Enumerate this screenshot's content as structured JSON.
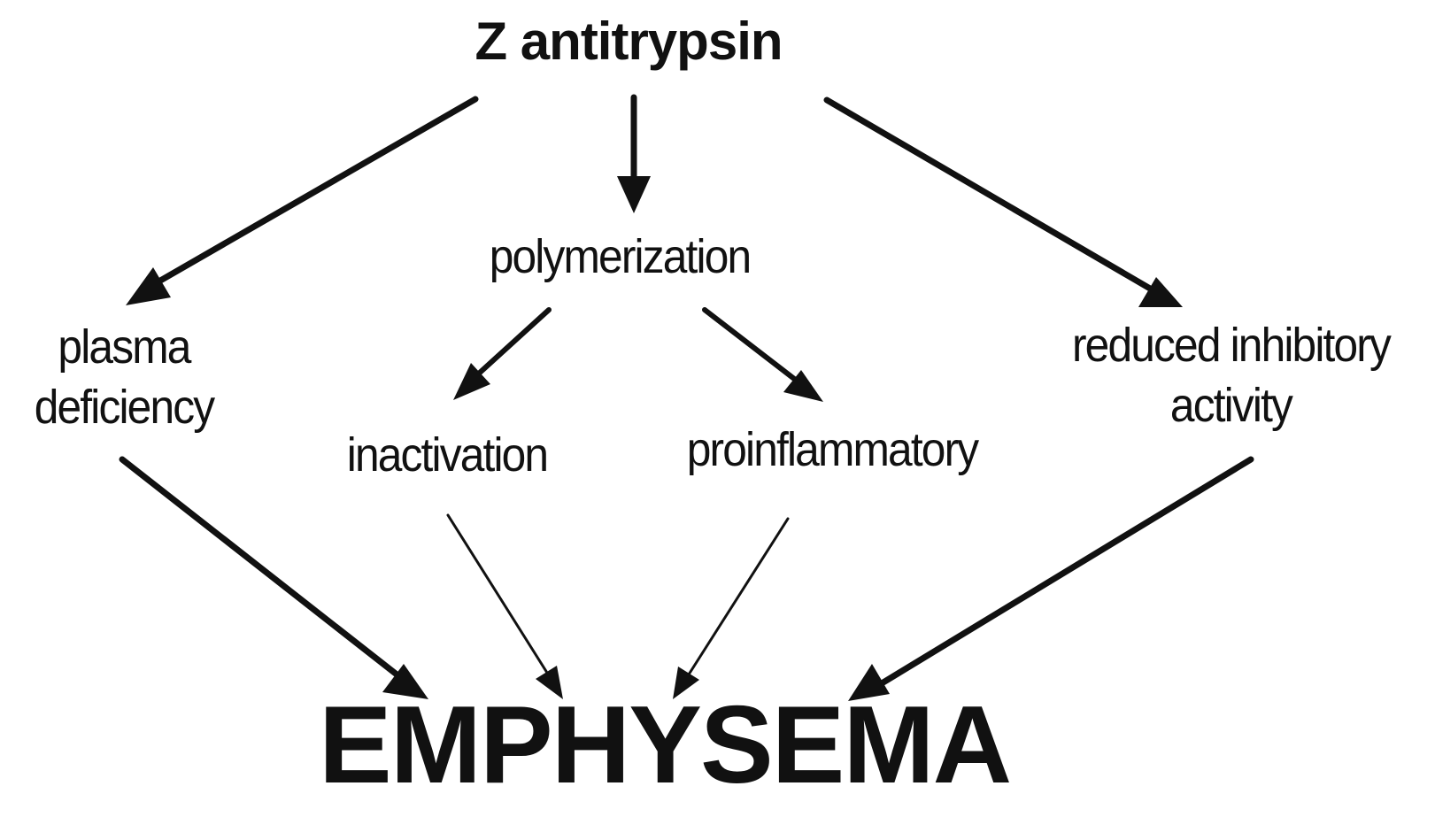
{
  "diagram": {
    "source": "Z antitrypsin",
    "outcome": "EMPHYSEMA",
    "nodes": {
      "polymerization": "polymerization",
      "plasma_deficiency": [
        "plasma",
        "deficiency"
      ],
      "inactivation": "inactivation",
      "proinflammatory": "proinflammatory",
      "reduced_inhibitory_activity": [
        "reduced inhibitory",
        "activity"
      ]
    },
    "edges": [
      {
        "from": "Z antitrypsin",
        "to": "plasma deficiency"
      },
      {
        "from": "Z antitrypsin",
        "to": "polymerization"
      },
      {
        "from": "Z antitrypsin",
        "to": "reduced inhibitory activity"
      },
      {
        "from": "polymerization",
        "to": "inactivation"
      },
      {
        "from": "polymerization",
        "to": "proinflammatory"
      },
      {
        "from": "plasma deficiency",
        "to": "EMPHYSEMA"
      },
      {
        "from": "inactivation",
        "to": "EMPHYSEMA"
      },
      {
        "from": "proinflammatory",
        "to": "EMPHYSEMA"
      },
      {
        "from": "reduced inhibitory activity",
        "to": "EMPHYSEMA"
      }
    ],
    "colors": {
      "ink": "#111111",
      "background": "#ffffff"
    }
  }
}
